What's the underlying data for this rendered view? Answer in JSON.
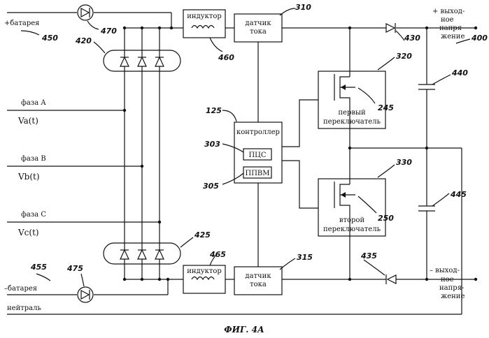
{
  "figure": {
    "caption": "ФИГ. 4А",
    "labels": {
      "battery_pos": "+батарея",
      "battery_neg": "–батарея",
      "phase_a": "фаза A",
      "phase_b": "фаза B",
      "phase_c": "фаза C",
      "va": "Va(t)",
      "vb": "Vb(t)",
      "vc": "Vc(t)",
      "neutral": "нейтраль",
      "inductor_top": "индуктор",
      "inductor_bottom": "индуктор",
      "sensor_top_1": "датчик",
      "sensor_top_2": "тока",
      "sensor_bottom_1": "датчик",
      "sensor_bottom_2": "тока",
      "controller": "контроллер",
      "pcs": "ПЦС",
      "ppvm": "ППВМ",
      "switch1_1": "первый",
      "switch1_2": "переключатель",
      "switch2_1": "второй",
      "switch2_2": "переключатель",
      "out_pos_1": "+ выход-",
      "out_pos_2": "ное",
      "out_pos_3": "напря-",
      "out_pos_4": "жение",
      "out_neg_1": "– выход-",
      "out_neg_2": "ное",
      "out_neg_3": "напря-",
      "out_neg_4": "жение"
    },
    "refs": {
      "r450": "450",
      "r470": "470",
      "r420": "420",
      "r460": "460",
      "r310": "310",
      "r430": "430",
      "r400": "400",
      "r320": "320",
      "r440": "440",
      "r125": "125",
      "r245": "245",
      "r303": "303",
      "r305": "305",
      "r330": "330",
      "r445": "445",
      "r250": "250",
      "r425": "425",
      "r465": "465",
      "r315": "315",
      "r435": "435",
      "r455": "455",
      "r475": "475"
    }
  }
}
